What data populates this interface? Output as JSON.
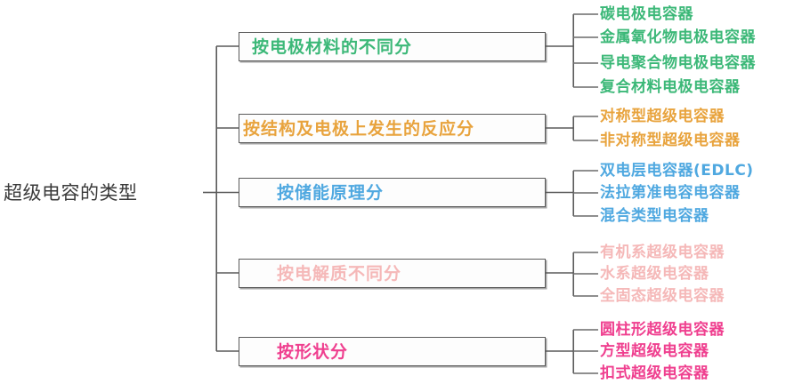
{
  "diagram": {
    "type": "mind-map",
    "root": {
      "label": "超级电容的类型"
    },
    "colors": {
      "line": "#5a5a5a",
      "root_text": "#3a3a3a",
      "green": "#3cb878",
      "orange": "#e8a33d",
      "blue": "#4fa8e0",
      "pink_light": "#f5b8b8",
      "magenta": "#ef3f8f"
    },
    "branches": [
      {
        "label": "按电极材料的不同分",
        "color": "#3cb878",
        "leaves": [
          "碳电极电容器",
          "金属氧化物电极电容器",
          "导电聚合物电极电容器",
          "复合材料电极电容器"
        ]
      },
      {
        "label": "按结构及电极上发生的反应分",
        "color": "#e8a33d",
        "leaves": [
          "对称型超级电容器",
          "非对称型超级电容器"
        ]
      },
      {
        "label": "按储能原理分",
        "color": "#4fa8e0",
        "leaves": [
          "双电层电容器(EDLC)",
          "法拉第准电容电容器",
          "混合类型电容器"
        ]
      },
      {
        "label": "按电解质不同分",
        "color": "#f5b8b8",
        "leaves": [
          "有机系超级电容器",
          "水系超级电容器",
          "全固态超级电容器"
        ]
      },
      {
        "label": "按形状分",
        "color": "#ef3f8f",
        "leaves": [
          "圆柱形超级电容器",
          "方型超级电容器",
          "扣式超级电容器"
        ]
      }
    ]
  }
}
